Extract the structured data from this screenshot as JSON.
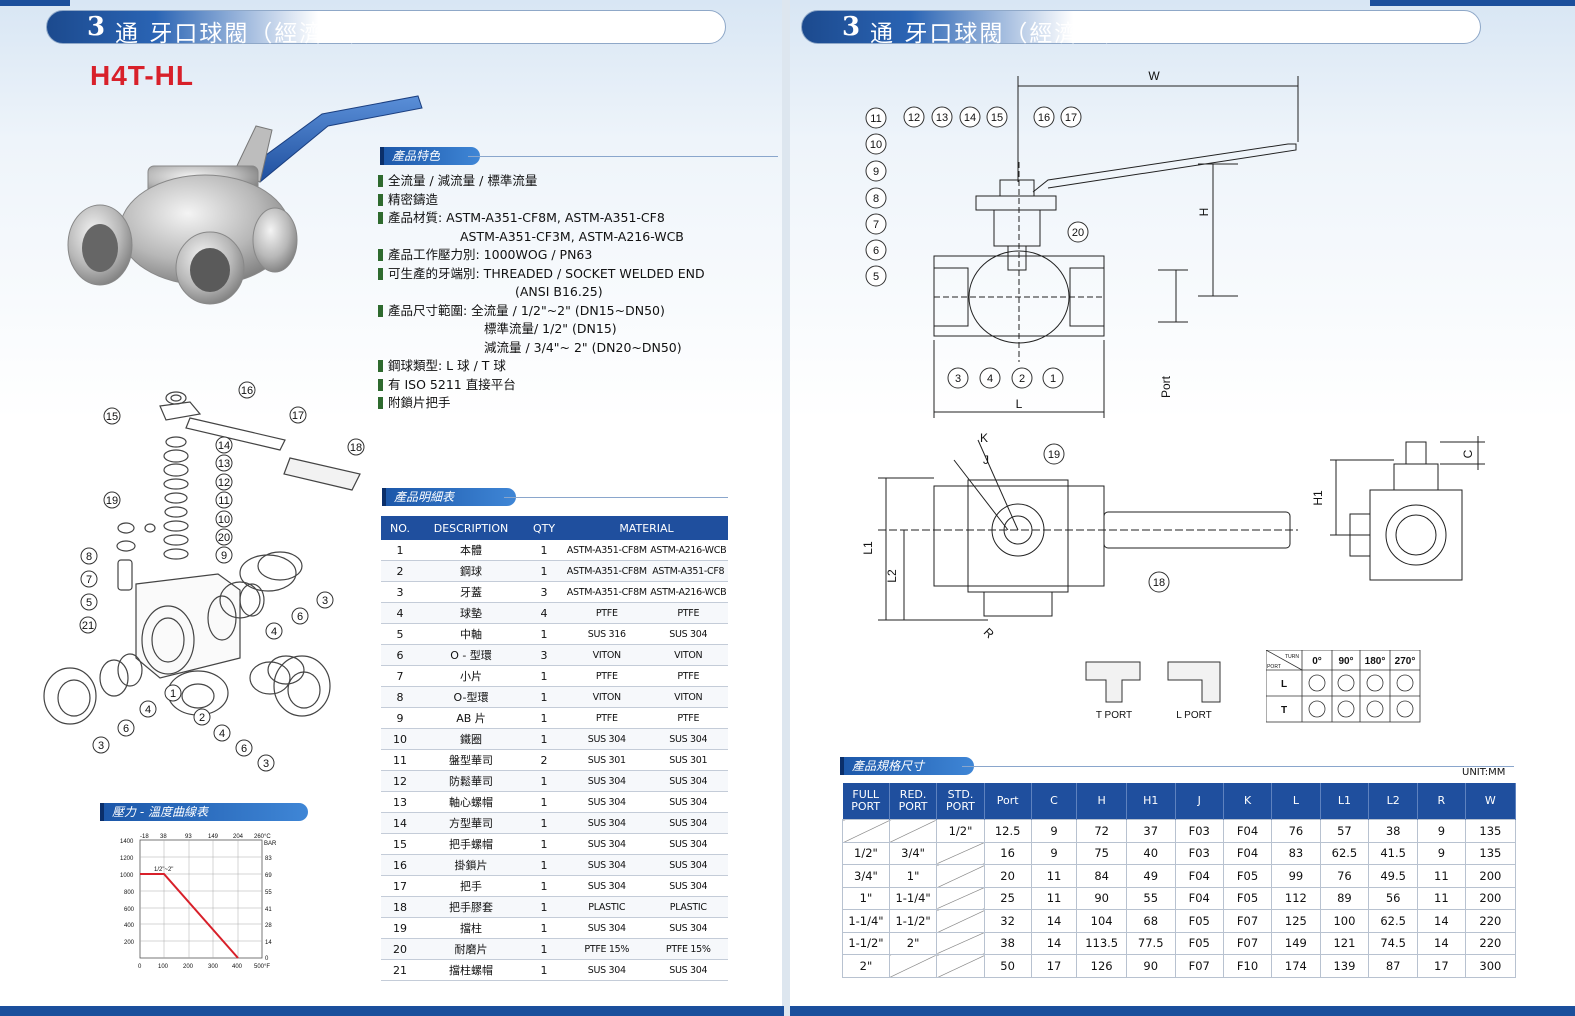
{
  "left_header": {
    "num": "3",
    "text_a": "通 ",
    "text_b": "牙口球閥（經濟型）"
  },
  "right_header": {
    "num": "3",
    "text_a": "通 ",
    "text_b": "牙口球閥（經濟型）"
  },
  "model": "H4T-HL",
  "features": {
    "title": "產品特色",
    "lines": [
      "全流量 / 減流量 / 標準流量",
      "精密鑄造",
      "產品材質: ASTM-A351-CF8M, ASTM-A351-CF8",
      "ASTM-A351-CF3M, ASTM-A216-WCB",
      "產品工作壓力別: 1000WOG / PN63",
      "可生產的牙端別: THREADED / SOCKET WELDED END",
      "(ANSI B16.25)",
      "產品尺寸範圍:  全流量 / 1/2\"~2\" (DN15~DN50)",
      "標準流量/ 1/2\" (DN15)",
      "減流量 / 3/4\"~ 2\" (DN20~DN50)",
      "鋼球類型: L 球 / T 球",
      "有 ISO 5211 直接平台",
      "附鎖片把手"
    ]
  },
  "parts_title": "產品明細表",
  "parts_headers": [
    "NO.",
    "DESCRIPTION",
    "QTY",
    "MATERIAL"
  ],
  "parts": [
    [
      "1",
      "本體",
      "1",
      "ASTM-A351-CF8M",
      "ASTM-A216-WCB"
    ],
    [
      "2",
      "鋼球",
      "1",
      "ASTM-A351-CF8M",
      "ASTM-A351-CF8"
    ],
    [
      "3",
      "牙蓋",
      "3",
      "ASTM-A351-CF8M",
      "ASTM-A216-WCB"
    ],
    [
      "4",
      "球墊",
      "4",
      "PTFE",
      "PTFE"
    ],
    [
      "5",
      "中軸",
      "1",
      "SUS 316",
      "SUS 304"
    ],
    [
      "6",
      "O - 型環",
      "3",
      "VITON",
      "VITON"
    ],
    [
      "7",
      "小片",
      "1",
      "PTFE",
      "PTFE"
    ],
    [
      "8",
      "O-型環",
      "1",
      "VITON",
      "VITON"
    ],
    [
      "9",
      "AB 片",
      "1",
      "PTFE",
      "PTFE"
    ],
    [
      "10",
      "鐵圈",
      "1",
      "SUS 304",
      "SUS 304"
    ],
    [
      "11",
      "盤型華司",
      "2",
      "SUS 301",
      "SUS 301"
    ],
    [
      "12",
      "防鬆華司",
      "1",
      "SUS 304",
      "SUS 304"
    ],
    [
      "13",
      "軸心螺帽",
      "1",
      "SUS 304",
      "SUS 304"
    ],
    [
      "14",
      "方型華司",
      "1",
      "SUS 304",
      "SUS 304"
    ],
    [
      "15",
      "把手螺帽",
      "1",
      "SUS 304",
      "SUS 304"
    ],
    [
      "16",
      "掛鎖片",
      "1",
      "SUS 304",
      "SUS 304"
    ],
    [
      "17",
      "把手",
      "1",
      "SUS 304",
      "SUS 304"
    ],
    [
      "18",
      "把手膠套",
      "1",
      "PLASTIC",
      "PLASTIC"
    ],
    [
      "19",
      "擋柱",
      "1",
      "SUS 304",
      "SUS 304"
    ],
    [
      "20",
      "耐磨片",
      "1",
      "PTFE 15%",
      "PTFE  15%"
    ],
    [
      "21",
      "擋柱螺帽",
      "1",
      "SUS 304",
      "SUS 304"
    ]
  ],
  "pt_chart": {
    "title": "壓力 - 溫度曲線表",
    "top_ticks": [
      "-18",
      "38",
      "93",
      "149",
      "204",
      "260°C"
    ],
    "bottom_ticks": [
      "0",
      "100",
      "200",
      "300",
      "400",
      "500°F"
    ],
    "left_ticks": [
      "1400",
      "1200",
      "1000",
      "800",
      "600",
      "400",
      "200"
    ],
    "right_ticks": [
      "BAR",
      "83",
      "69",
      "55",
      "41",
      "28",
      "14",
      "0"
    ],
    "series_label": "1/2\"~2\""
  },
  "dims_title": "產品規格尺寸",
  "unit": "UNIT:MM",
  "dims_headers": [
    "FULL PORT",
    "RED. PORT",
    "STD. PORT",
    "Port",
    "C",
    "H",
    "H1",
    "J",
    "K",
    "L",
    "L1",
    "L2",
    "R",
    "W"
  ],
  "dims": [
    [
      "",
      "",
      "1/2\"",
      "12.5",
      "9",
      "72",
      "37",
      "F03",
      "F04",
      "76",
      "57",
      "38",
      "9",
      "135"
    ],
    [
      "1/2\"",
      "3/4\"",
      "",
      "16",
      "9",
      "75",
      "40",
      "F03",
      "F04",
      "83",
      "62.5",
      "41.5",
      "9",
      "135"
    ],
    [
      "3/4\"",
      "1\"",
      "",
      "20",
      "11",
      "84",
      "49",
      "F04",
      "F05",
      "99",
      "76",
      "49.5",
      "11",
      "200"
    ],
    [
      "1\"",
      "1-1/4\"",
      "",
      "25",
      "11",
      "90",
      "55",
      "F04",
      "F05",
      "112",
      "89",
      "56",
      "11",
      "200"
    ],
    [
      "1-1/4\"",
      "1-1/2\"",
      "",
      "32",
      "14",
      "104",
      "68",
      "F05",
      "F07",
      "125",
      "100",
      "62.5",
      "14",
      "220"
    ],
    [
      "1-1/2\"",
      "2\"",
      "",
      "38",
      "14",
      "113.5",
      "77.5",
      "F05",
      "F07",
      "149",
      "121",
      "74.5",
      "14",
      "220"
    ],
    [
      "2\"",
      "",
      "",
      "50",
      "17",
      "126",
      "90",
      "F07",
      "F10",
      "174",
      "139",
      "87",
      "17",
      "300"
    ]
  ],
  "drawing_labels": {
    "W": "W",
    "H": "H",
    "L": "L",
    "Port": "Port",
    "K": "K",
    "J": "J",
    "L1": "L1",
    "L2": "L2",
    "R": "R",
    "H1": "H1",
    "C": "C",
    "t_port": "T PORT",
    "l_port": "L PORT",
    "turn": "TURN",
    "port": "PORT",
    "deg": [
      "0°",
      "90°",
      "180°",
      "270°"
    ],
    "rows": [
      "L",
      "T"
    ]
  }
}
